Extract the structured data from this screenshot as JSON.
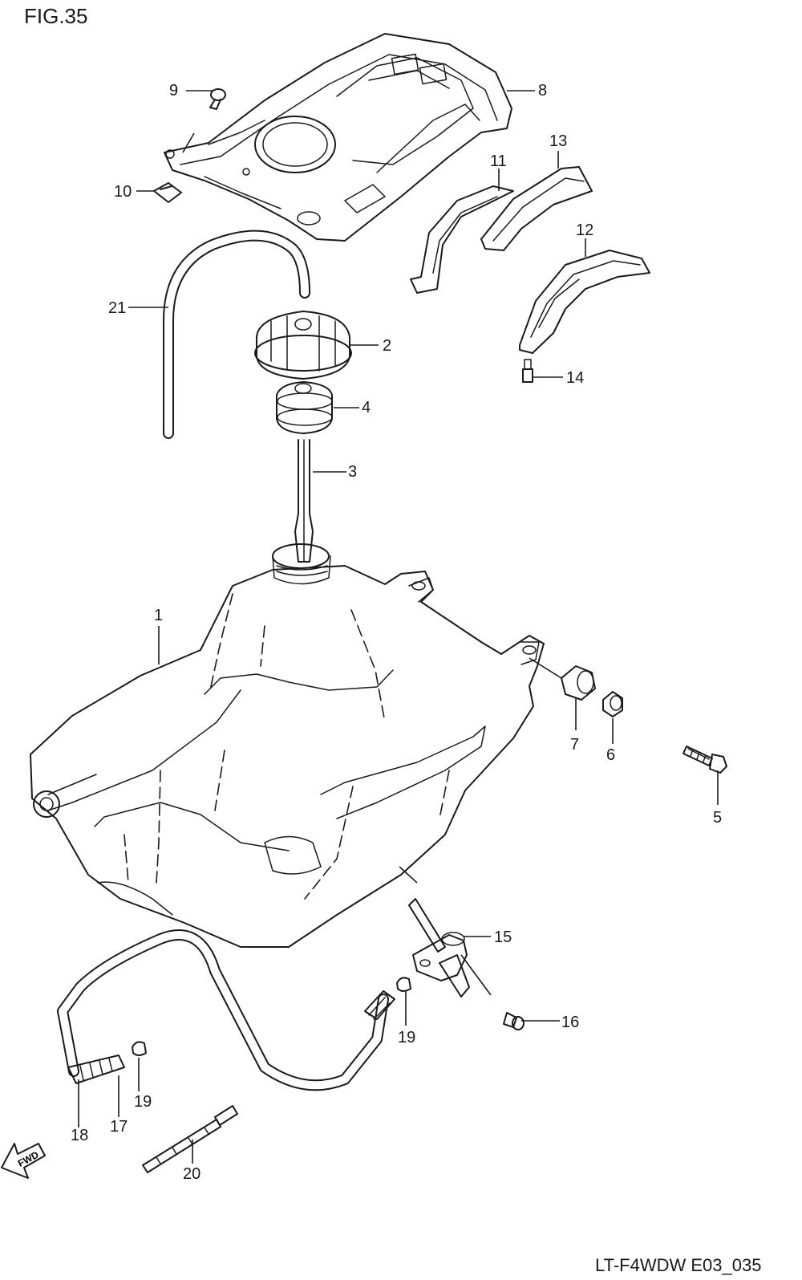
{
  "figure": {
    "title": "FIG.35",
    "footer_code": "LT-F4WDW E03_035",
    "direction_arrow": "FWD"
  },
  "callouts": [
    {
      "label": "1"
    },
    {
      "label": "2"
    },
    {
      "label": "3"
    },
    {
      "label": "4"
    },
    {
      "label": "5"
    },
    {
      "label": "6"
    },
    {
      "label": "7"
    },
    {
      "label": "8"
    },
    {
      "label": "9"
    },
    {
      "label": "10"
    },
    {
      "label": "11"
    },
    {
      "label": "12"
    },
    {
      "label": "13"
    },
    {
      "label": "14"
    },
    {
      "label": "15"
    },
    {
      "label": "16"
    },
    {
      "label": "17"
    },
    {
      "label": "18"
    },
    {
      "label": "19"
    },
    {
      "label": "19"
    },
    {
      "label": "20"
    },
    {
      "label": "21"
    }
  ]
}
